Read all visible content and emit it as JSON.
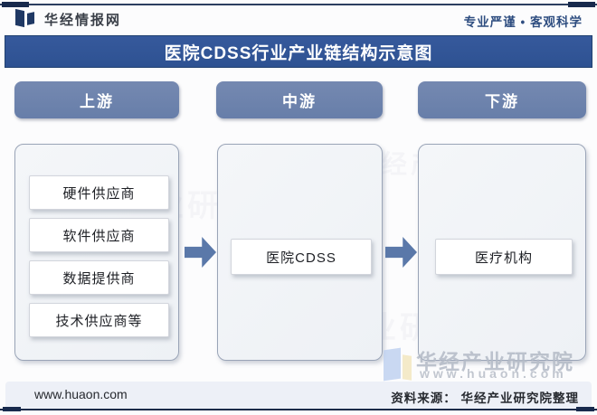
{
  "header": {
    "brand": "华经情报网",
    "tagline": "专业严谨 • 客观科学"
  },
  "title": "医院CDSS行业产业链结构示意图",
  "chain": {
    "stages": [
      {
        "label": "上游",
        "items": [
          "硬件供应商",
          "软件供应商",
          "数据提供商",
          "技术供应商等"
        ]
      },
      {
        "label": "中游",
        "items": [
          "医院CDSS"
        ]
      },
      {
        "label": "下游",
        "items": [
          "医疗机构"
        ]
      }
    ]
  },
  "watermark": {
    "name": "华经产业研究院",
    "site": "www.huaon.com"
  },
  "footer": {
    "site": "www.huaon.com",
    "source": "资料来源： 华经产业研究院整理"
  },
  "colors": {
    "title_bar": "#31579c",
    "stage_pill": "#6d83ae",
    "arrow": "#5a78a9",
    "brand_navy": "#1f3864",
    "panel_fill": "#f1f3f7",
    "footer_strip": "#edf0f7"
  }
}
